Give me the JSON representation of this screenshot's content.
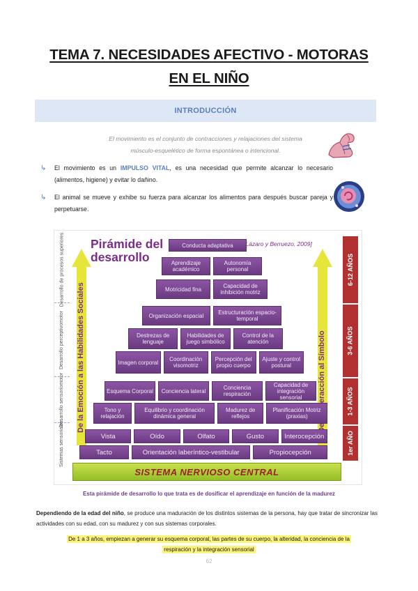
{
  "title": {
    "line1": "TEMA 7. NECESIDADES AFECTIVO - MOTORAS",
    "line2": "EN EL NIÑO"
  },
  "section": {
    "heading": "INTRODUCCIÓN"
  },
  "definition": {
    "line1": "El movimiento es el conjunto de contracciones y relajaciones del sistema",
    "line2": "músculo-esquelético de forma espontánea o intencional."
  },
  "bullets": [
    {
      "before": "El movimiento es un ",
      "highlight": "IMPULSO VITAL",
      "after": ", es una necesidad que permite alcanzar lo necesario (alimentos, higiene) y evitar lo dañino."
    },
    {
      "before": "El animal se mueve y exhibe su fuerza para alcanzar los alimentos para después buscar pareja y perpetuarse.",
      "highlight": "",
      "after": ""
    }
  ],
  "pyramid": {
    "title_line1": "Pirámide del",
    "title_line2": "desarrollo",
    "reference": "[Lázaro y Berruezo, 2009]",
    "left_arrow_label": "De la Emoción a las Habilidades Sociales",
    "right_arrow_label": "De la Interacción al Símbolo",
    "stages": [
      "Desarrollo de procesos superiores",
      "Desarrollo perceptivomotor",
      "Desarrollo sensoriomotor",
      "Sistemas sensoriales"
    ],
    "ages": [
      "6-12 AÑOS",
      "3-6 AÑOS",
      "1-3 AÑOS",
      "1er AÑO"
    ],
    "rows": [
      [
        "Conducta adaptativa"
      ],
      [
        "Aprendizaje académico",
        "Autonomía personal"
      ],
      [
        "Motricidad fina",
        "Capacidad de inhibición motriz"
      ],
      [
        "Organización espacial",
        "Estructuración espacio-temporal"
      ],
      [
        "Destrezas de lenguaje",
        "Habilidades de juego simbólico",
        "Control de la atención"
      ],
      [
        "Imagen corporal",
        "Coordinación visomotriz",
        "Percepción del propio cuerpo",
        "Ajuste y control postural"
      ],
      [
        "Esquema Corporal",
        "Conciencia lateral",
        "Conciencia respiración",
        "Capacidad de integración sensorial"
      ],
      [
        "Tono y relajación",
        "Equilibrio y coordinación dinámica general",
        "Madurez de reflejos",
        "Planificación Motriz (praxias)"
      ],
      [
        "Vista",
        "Oído",
        "Olfato",
        "Gusto",
        "Interocepción"
      ],
      [
        "Tacto",
        "Orientación laberíntico-vestibular",
        "Propiocepción"
      ]
    ],
    "base": "SISTEMA NERVIOSO CENTRAL"
  },
  "caption": "Esta pirámide de desarrollo lo que trata es de dosificar el aprendizaje en función de la madurez",
  "paragraph": {
    "bold": "Dependiendo de la edad del niño",
    "rest": ", se produce una maduración de los distintos sistemas de la persona, hay que tratar de sincronizar las actividades con su edad, con su madurez y con sus sistemas corporales."
  },
  "highlight_note": {
    "line1": "De 1 a 3 años, empiezan a generar su esquema corporal, las partes de su cuerpo, la alteridad, la conciencia de la",
    "line2": "respiración y la integración sensorial"
  },
  "page_number": "62",
  "colors": {
    "accent": "#5a7fba",
    "block": "#7b4790",
    "base": "#a6cc32",
    "age": "#b23030"
  }
}
